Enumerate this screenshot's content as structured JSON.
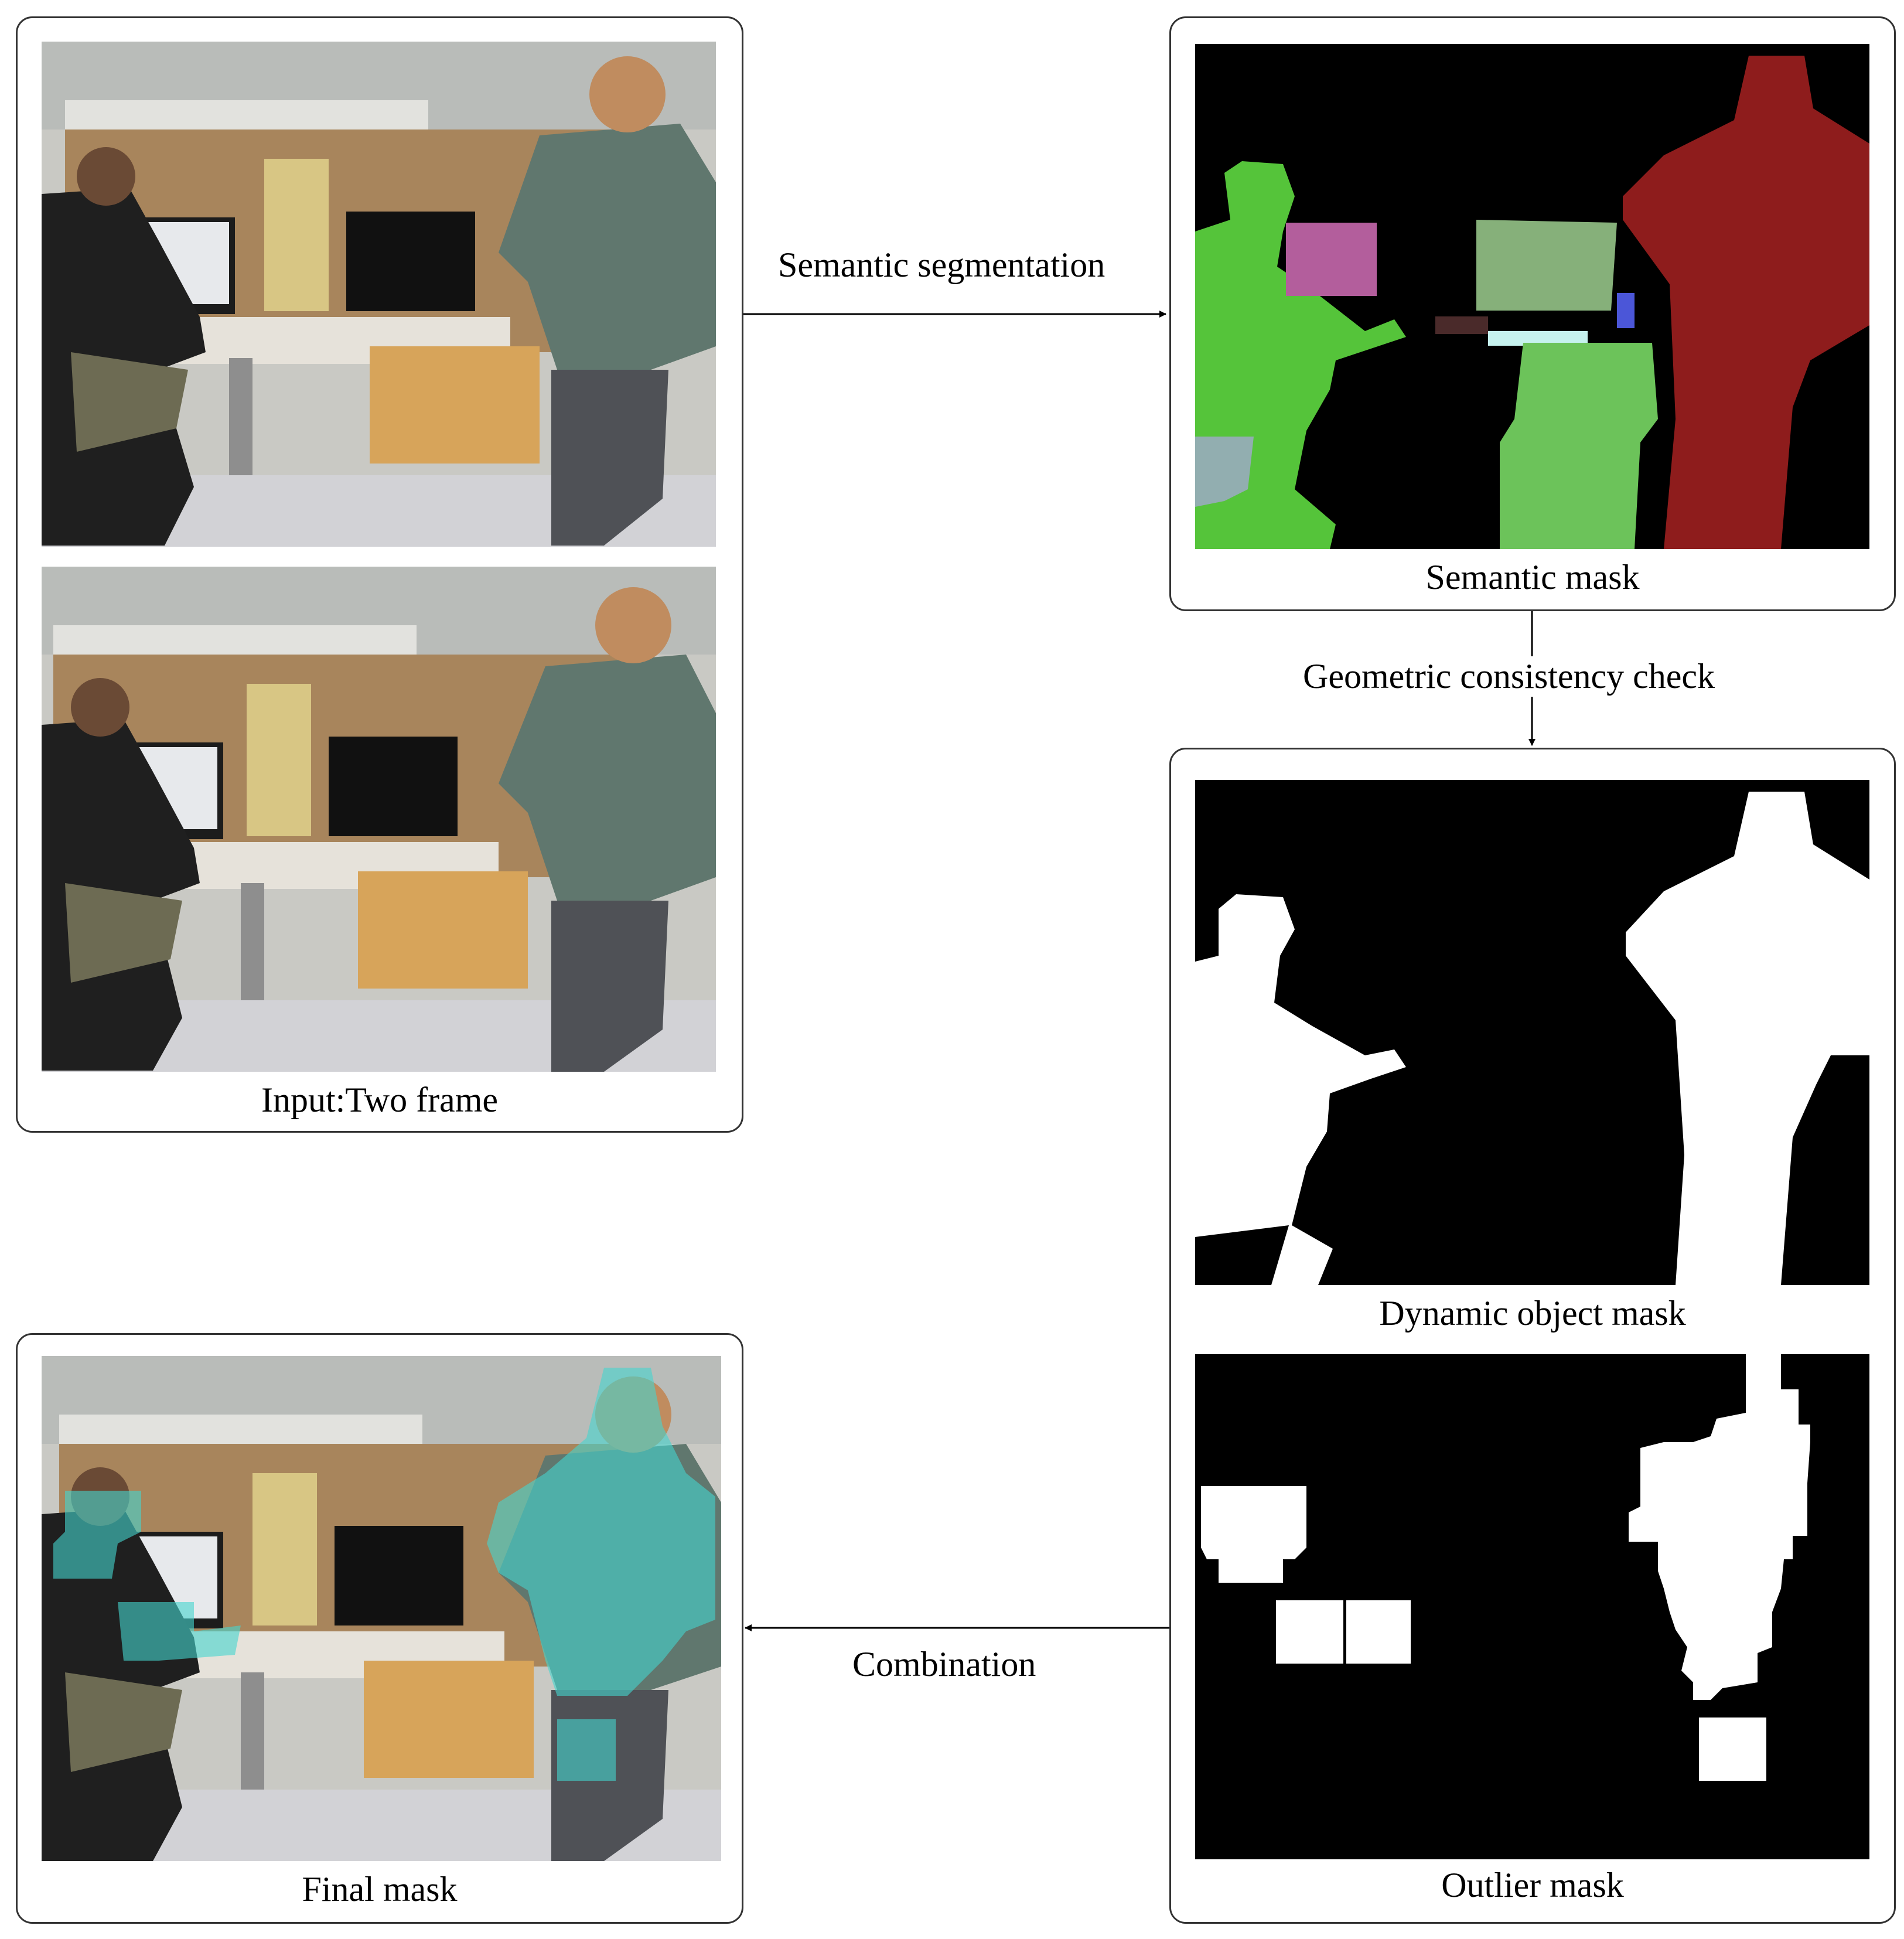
{
  "panels": {
    "input": {
      "caption": "Input:Two frame"
    },
    "semantic": {
      "caption": "Semantic mask"
    },
    "dynamic": {
      "caption": "Dynamic object mask"
    },
    "outlier": {
      "caption": "Outlier mask"
    },
    "final": {
      "caption": "Final mask"
    }
  },
  "arrows": {
    "semantic_segmentation": "Semantic segmentation",
    "geometric_check": "Geometric consistency check",
    "combination": "Combination"
  },
  "colors": {
    "panel_border": "#333333",
    "mask_background": "#000000",
    "seated_person": "#55c43a",
    "standing_person": "#8e1c1c",
    "chair": "#6cc35a",
    "monitor_left": "#b35e9c",
    "monitor_right": "#86b07a",
    "small_object": "#4b56d8",
    "keyboard": "#c6f2ee",
    "overlay": "#45d6cf"
  }
}
